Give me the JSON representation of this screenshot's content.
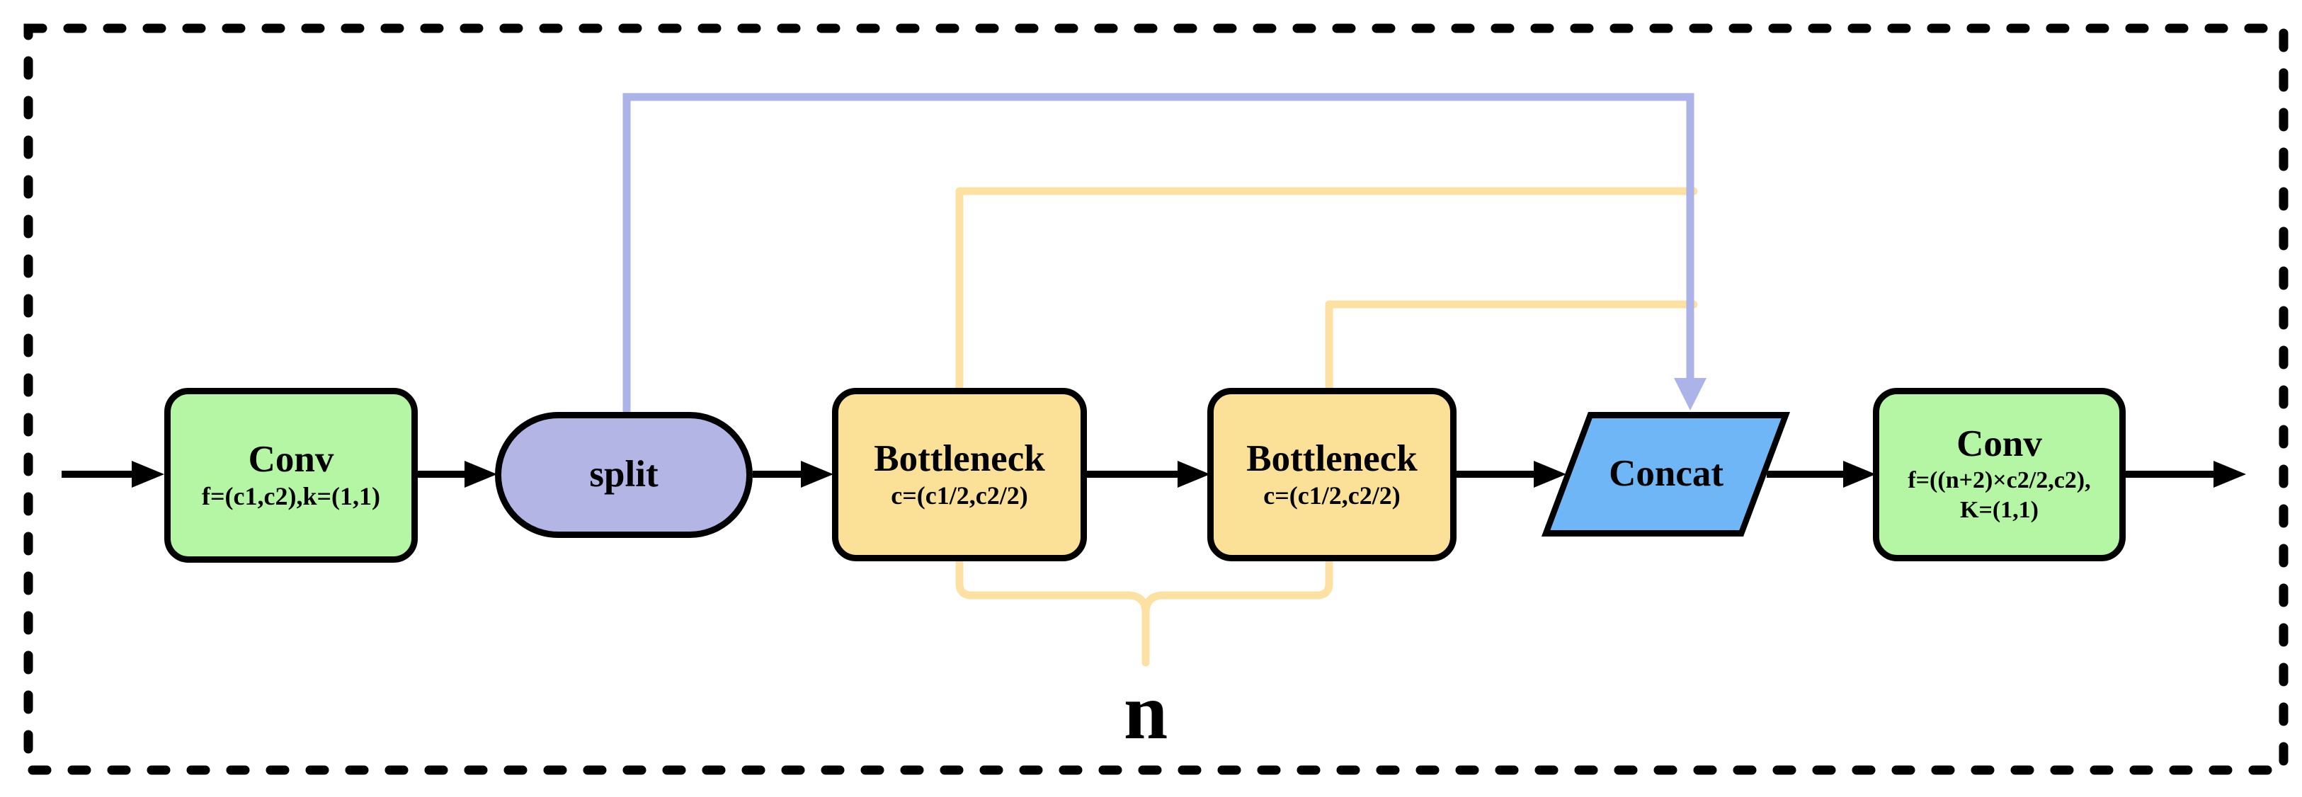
{
  "diagram": {
    "nodes": {
      "conv1": {
        "label": "Conv",
        "params": "f=(c1,c2),k=(1,1)"
      },
      "split": {
        "label": "split"
      },
      "bottleneck1": {
        "label": "Bottleneck",
        "params": "c=(c1/2,c2/2)"
      },
      "bottleneck2": {
        "label": "Bottleneck",
        "params": "c=(c1/2,c2/2)"
      },
      "concat": {
        "label": "Concat"
      },
      "conv2": {
        "label": "Conv",
        "params_line1": "f=((n+2)×c2/2,c2),",
        "params_line2": "K=(1,1)"
      }
    },
    "annotations": {
      "repeat_count": "n"
    },
    "colors": {
      "conv_fill": "#b4f6a3",
      "bottleneck_fill": "#fbe098",
      "split_fill": "#b3b6e5",
      "concat_fill": "#6fb6f7",
      "skip_line_split": "#abb3e8",
      "skip_line_bottleneck": "#fce1a2",
      "outline": "#000000",
      "bg": "#ffffff"
    }
  }
}
